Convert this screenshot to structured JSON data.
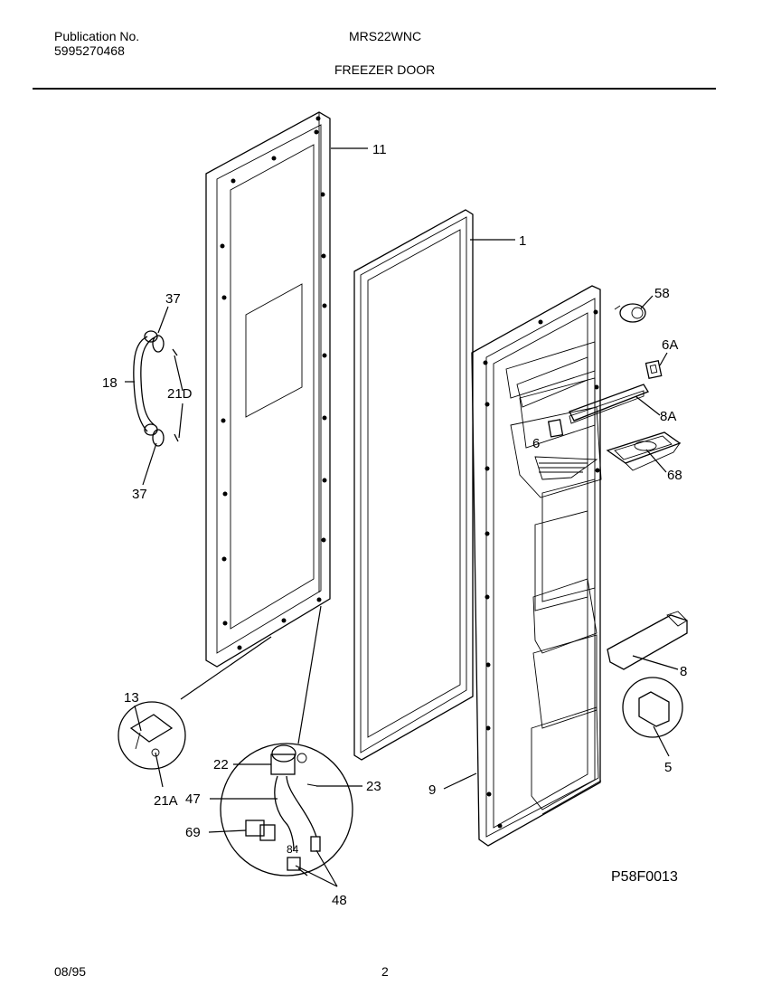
{
  "header": {
    "publication_label": "Publication No.",
    "publication_number": "5995270468",
    "model": "MRS22WNC",
    "section_title": "FREEZER DOOR"
  },
  "callouts": {
    "c11": "11",
    "c1": "1",
    "c58": "58",
    "c6A": "6A",
    "c8A": "8A",
    "c6": "6",
    "c68": "68",
    "c37a": "37",
    "c18": "18",
    "c21D": "21D",
    "c37b": "37",
    "c8": "8",
    "c5": "5",
    "c13": "13",
    "c21A": "21A",
    "c22": "22",
    "c47": "47",
    "c23": "23",
    "c69": "69",
    "c84": "84",
    "c48": "48",
    "c9": "9"
  },
  "figure_code": "P58F0013",
  "footer": {
    "date": "08/95",
    "page": "2"
  }
}
